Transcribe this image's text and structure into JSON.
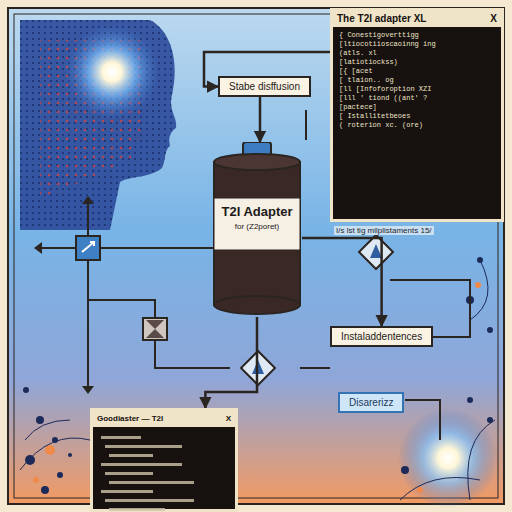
{
  "diagram": {
    "nodes": [
      {
        "text": [
          "Stabe disffusion"
        ]
      },
      {
        "text": [
          "T2I Adapter",
          "for (Z2poret)"
        ]
      },
      {
        "text": [
          "Instaladdentences"
        ]
      },
      {
        "text": [
          "Disarerizz"
        ]
      },
      {
        "text": [
          "The T2I adapter XL",
          "X",
          "{ Conestigoverttigg",
          "[ltiocotiioscaoinng ing",
          "(atls. xl",
          "[latiotiockss)",
          "[{ [acet",
          "[ tlaion.. og",
          "[ll [Infoforoption XZI",
          "[lll ' tiond ((ant' ?",
          "[pactece]",
          "[ Istallitetbeoes",
          "( roterion xc. (ore)"
        ]
      },
      {
        "text": [
          "Goodiaster — T2I",
          "X"
        ]
      }
    ],
    "edges": [
      {
        "from": 4,
        "to": 0,
        "arrow": "to"
      },
      {
        "from": 0,
        "to": 1,
        "arrow": "to"
      },
      {
        "from": 1,
        "to": 2,
        "arrow": "to"
      },
      {
        "from": 1,
        "to": 5,
        "arrow": "to"
      }
    ],
    "labels": [
      "I/s lst tig milplistaments 15/"
    ]
  }
}
